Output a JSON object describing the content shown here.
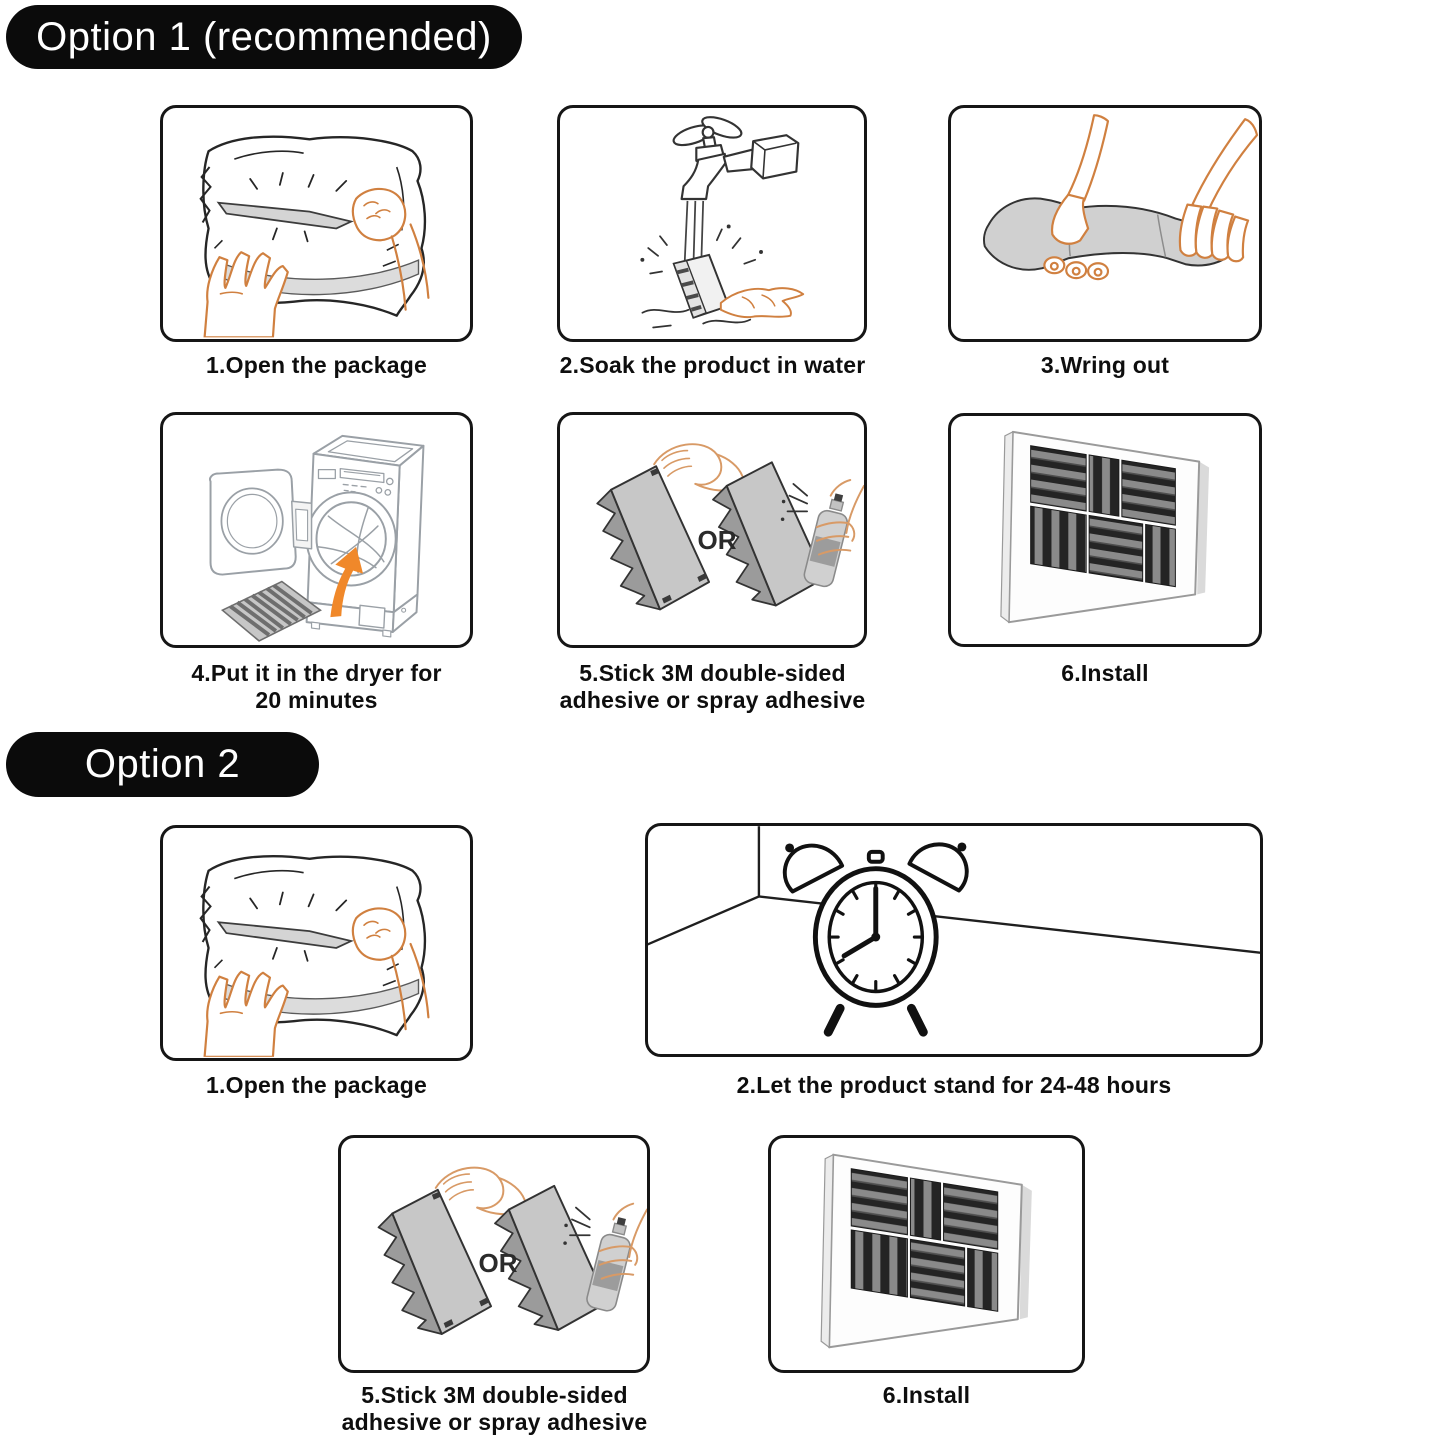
{
  "page": {
    "background": "#ffffff"
  },
  "colors": {
    "badge_bg": "#0b0b0b",
    "badge_text": "#ffffff",
    "frame_border": "#161616",
    "caption_text": "#0e0e0e",
    "hand_outline": "#d08040",
    "foam_light_gray": "#c7c7c7",
    "foam_dark": "#242424",
    "foam_stripe": "#8a8a8a",
    "arrow_orange": "#f0882a",
    "dryer_line": "#9aa0a6"
  },
  "option1": {
    "badge": "Option 1 (recommended)",
    "or_label": "OR",
    "steps": [
      {
        "caption": "1.Open the package",
        "icon": "open-package-icon"
      },
      {
        "caption": "2.Soak the product in water",
        "icon": "faucet-soak-icon"
      },
      {
        "caption": "3.Wring out",
        "icon": "wring-out-icon"
      },
      {
        "caption": "4.Put it in the dryer for\n20 minutes",
        "icon": "dryer-icon"
      },
      {
        "caption": "5.Stick 3M double-sided\nadhesive or spray adhesive",
        "icon": "adhesive-or-spray-icon"
      },
      {
        "caption": "6.Install",
        "icon": "install-panels-icon"
      }
    ]
  },
  "option2": {
    "badge": "Option 2",
    "or_label": "OR",
    "steps": [
      {
        "caption": "1.Open the package",
        "icon": "open-package-icon"
      },
      {
        "caption": "2.Let the product stand for 24-48 hours",
        "icon": "alarm-clock-icon"
      },
      {
        "caption": "5.Stick 3M double-sided\nadhesive or spray adhesive",
        "icon": "adhesive-or-spray-icon"
      },
      {
        "caption": "6.Install",
        "icon": "install-panels-icon"
      }
    ]
  }
}
